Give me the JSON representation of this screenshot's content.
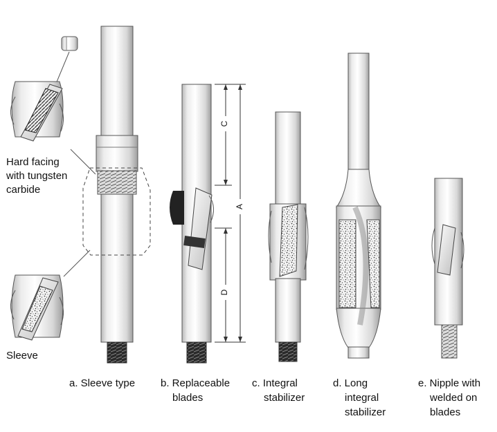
{
  "callouts": {
    "hard_facing": [
      "Hard facing",
      "with tungsten",
      "carbide"
    ],
    "sleeve": "Sleeve"
  },
  "dimensions": {
    "c": "C",
    "a": "A",
    "d": "D"
  },
  "captions": {
    "a": [
      "a. Sleeve type"
    ],
    "b": [
      "b. Replaceable",
      "blades"
    ],
    "c": [
      "c. Integral",
      "stabilizer"
    ],
    "d": [
      "d. Long",
      "integral",
      "stabilizer"
    ],
    "e": [
      "e. Nipple with",
      "welded on",
      "blades"
    ]
  }
}
